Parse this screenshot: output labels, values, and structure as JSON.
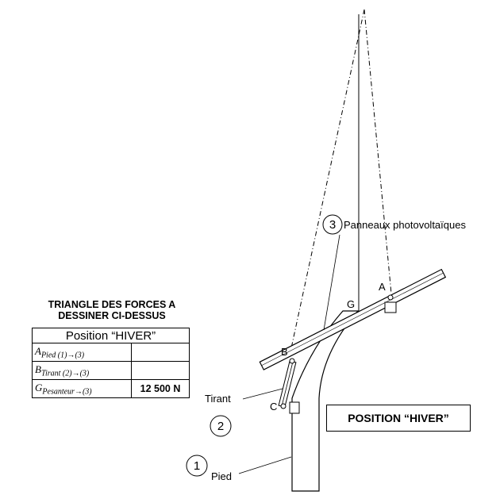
{
  "diagram": {
    "point_labels": {
      "A": "A",
      "B": "B",
      "C": "C",
      "G": "G"
    },
    "parts": [
      {
        "num": "1",
        "label": "Pied"
      },
      {
        "num": "2",
        "label": "Tirant"
      },
      {
        "num": "3",
        "label": "Panneaux photovoltaïques"
      }
    ]
  },
  "forces_table": {
    "title_line1": "TRIANGLE DES FORCES A",
    "title_line2": "DESSINER CI-DESSUS",
    "header": "Position “HIVER”",
    "rows": [
      {
        "symbol": "A",
        "subscript": "Pied (1)→(3)",
        "value": ""
      },
      {
        "symbol": "B",
        "subscript": "Tirant (2)→(3)",
        "value": ""
      },
      {
        "symbol": "G",
        "subscript": "Pesanteur→(3)",
        "value": "12 500 N"
      }
    ]
  },
  "position_box": "POSITION “HIVER”"
}
